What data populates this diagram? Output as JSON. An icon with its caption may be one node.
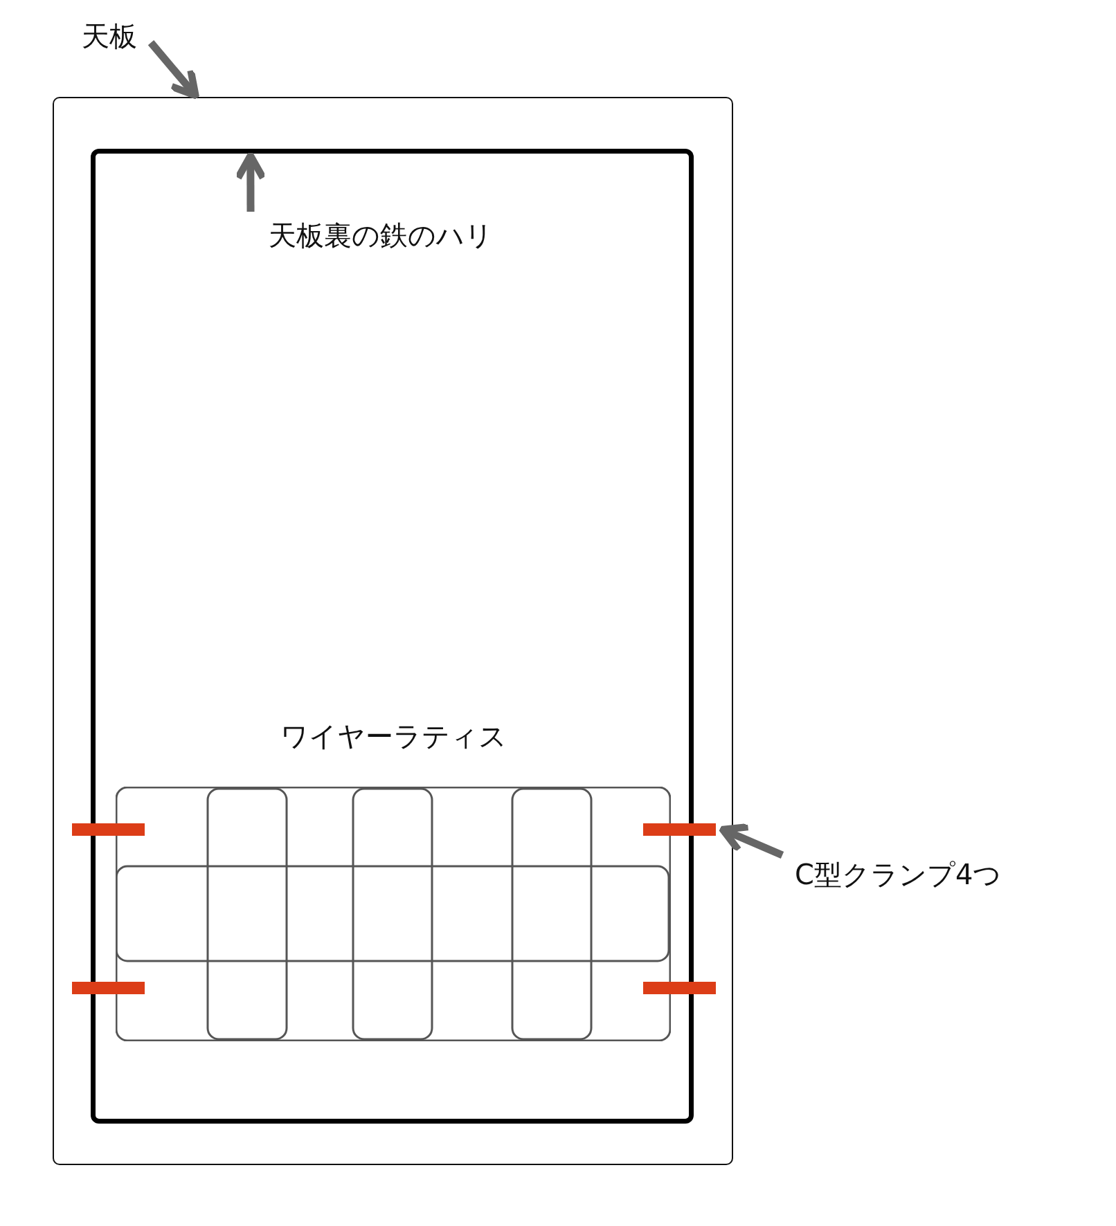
{
  "diagram": {
    "nodes": [
      {
        "text": [
          "天板"
        ]
      },
      {
        "text": [],
        "shape": "box"
      },
      {
        "text": [
          "天板裏の鉄のハリ"
        ],
        "in": 3
      },
      {
        "text": [],
        "shape": "box",
        "in": 1
      },
      {
        "text": [
          "ワイヤーラティス"
        ],
        "in": 3
      },
      {
        "text": [],
        "shape": "bar",
        "in": 1
      },
      {
        "text": [],
        "shape": "bar",
        "in": 1
      },
      {
        "text": [],
        "shape": "bar",
        "in": 1
      },
      {
        "text": [],
        "shape": "bar",
        "in": 1
      },
      {
        "text": [
          "C型クランプ4つ"
        ]
      }
    ],
    "edges": [
      {
        "from": 0,
        "to": 1,
        "arrow": "to"
      },
      {
        "from": 2,
        "to": 3,
        "arrow": "to"
      },
      {
        "from": 9,
        "to": 6,
        "arrow": "to"
      }
    ]
  }
}
